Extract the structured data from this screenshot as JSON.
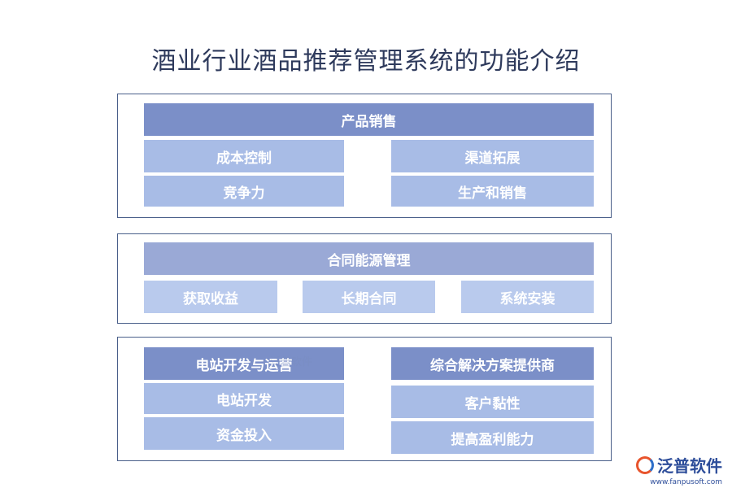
{
  "title": "酒业行业酒品推荐管理系统的功能介绍",
  "sections": [
    {
      "header": "产品销售",
      "items": [
        "成本控制",
        "渠道拓展",
        "竞争力",
        "生产和销售"
      ]
    },
    {
      "header": "合同能源管理",
      "items": [
        "获取收益",
        "长期合同",
        "系统安装"
      ]
    },
    {
      "groups": [
        {
          "header": "电站开发与运营",
          "items": [
            "电站开发",
            "资金投入"
          ]
        },
        {
          "header": "综合解决方案提供商",
          "items": [
            "客户黏性",
            "提高盈利能力"
          ]
        }
      ]
    }
  ],
  "logo": {
    "name": "泛普软件",
    "url": "www.fanpusoft.com"
  },
  "watermark": "泛普软件",
  "colors": {
    "header_dark": "#7b8fc8",
    "header_mid": "#9aa9d6",
    "item": "#a8bce6",
    "item_light": "#b9caed",
    "border": "#4a5f8a"
  }
}
